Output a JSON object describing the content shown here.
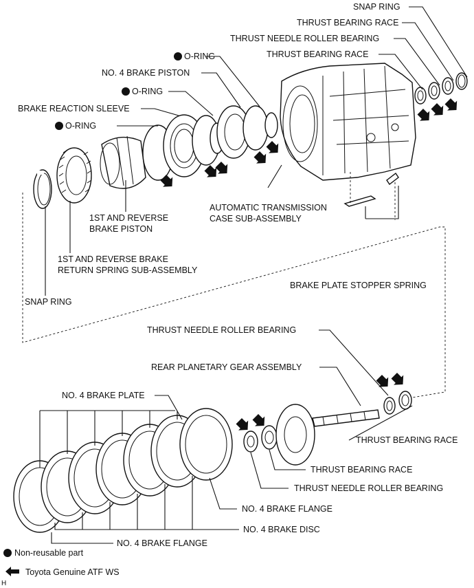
{
  "labels": {
    "snap_ring_top": "SNAP RING",
    "thrust_bearing_race_top1": "THRUST BEARING RACE",
    "thrust_needle_roller_bearing_top": "THRUST NEEDLE ROLLER BEARING",
    "thrust_bearing_race_top2": "THRUST BEARING RACE",
    "oring_1": "O-RING",
    "no4_brake_piston": "NO. 4 BRAKE PISTON",
    "oring_2": "O-RING",
    "brake_reaction_sleeve": "BRAKE REACTION SLEEVE",
    "oring_3": "O-RING",
    "first_reverse_brake_piston_l1": "1ST AND REVERSE",
    "first_reverse_brake_piston_l2": "BRAKE PISTON",
    "auto_trans_case_l1": "AUTOMATIC TRANSMISSION",
    "auto_trans_case_l2": "CASE SUB-ASSEMBLY",
    "return_spring_l1": "1ST AND REVERSE BRAKE",
    "return_spring_l2": "RETURN SPRING SUB-ASSEMBLY",
    "brake_plate_stopper_spring": "BRAKE PLATE STOPPER SPRING",
    "snap_ring_left": "SNAP RING",
    "thrust_needle_roller_bearing_mid": "THRUST NEEDLE ROLLER BEARING",
    "rear_planetary_gear": "REAR PLANETARY GEAR ASSEMBLY",
    "no4_brake_plate": "NO. 4 BRAKE PLATE",
    "thrust_bearing_race_right": "THRUST BEARING RACE",
    "thrust_bearing_race_bottom": "THRUST BEARING RACE",
    "thrust_needle_roller_bearing_bottom": "THRUST NEEDLE ROLLER BEARING",
    "no4_brake_flange_right": "NO. 4 BRAKE FLANGE",
    "no4_brake_disc": "NO. 4 BRAKE DISC",
    "no4_brake_flange_bottom": "NO. 4 BRAKE FLANGE"
  },
  "legend": {
    "non_reusable": "Non-reusable part",
    "atf": "Toyota Genuine ATF WS"
  },
  "corner_mark": "H"
}
